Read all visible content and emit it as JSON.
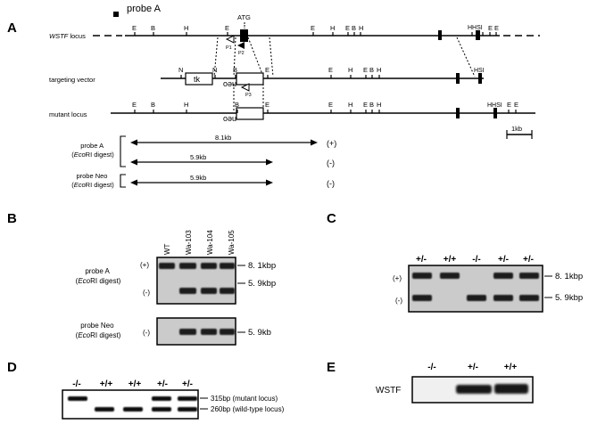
{
  "panelA": {
    "label": "A",
    "probe_a_label": "probe A",
    "atg_label": "ATG",
    "wstf_locus_label": "WSTF",
    "wstf_locus_suffix": " locus",
    "targeting_vector_label": "targeting vector",
    "mutant_locus_label": "mutant locus",
    "tk_label": "tk",
    "neo_label": "neo",
    "primer_p1": "P1",
    "primer_p2": "P2",
    "primer_p3": "P3",
    "scale_label": "1kb",
    "site_E": "E",
    "site_B": "B",
    "site_H": "H",
    "site_N": "N",
    "site_S": "S",
    "site_I": "I",
    "wt_cluster": "HHSI",
    "vector_cluster": "HSI",
    "mutant_cluster": "HHSI",
    "probeA_name": "probe A",
    "probeA_digest_open": "(",
    "probeA_digest_enzyme": "Eco",
    "probeA_digest_close": "RI digest)",
    "probeNeo_name": "probe Neo",
    "probeNeo_digest_open": "(",
    "probeNeo_digest_enzyme": "Eco",
    "probeNeo_digest_close": "RI digest)",
    "band_plus_size": "8.1kb",
    "band_plus_sign": "(+)",
    "band_minus_size": "5.9kb",
    "band_minus_sign": "(-)",
    "band_neo_size": "5.9kb",
    "band_neo_sign": "(-)"
  },
  "panelB": {
    "label": "B",
    "lanes": [
      "WT",
      "Wa-103",
      "Wa-104",
      "Wa-105"
    ],
    "probeA_name": "probe A",
    "probeA_digest_open": "(",
    "probeA_digest_enzyme": "Eco",
    "probeA_digest_close": "RI digest)",
    "probeNeo_name": "probe Neo",
    "probeNeo_digest_open": "(",
    "probeNeo_digest_enzyme": "Eco",
    "probeNeo_digest_close": "RI digest)",
    "plus_sign": "(+)",
    "minus_sign": "(-)",
    "neo_sign": "(-)",
    "size_plus": "8. 1kbp",
    "size_minus": "5. 9kbp",
    "size_neo": "5. 9kb"
  },
  "panelC": {
    "label": "C",
    "lanes": [
      "+/-",
      "+/+",
      "-/-",
      "+/-",
      "+/-"
    ],
    "plus_sign": "(+)",
    "minus_sign": "(-)",
    "size_plus": "8. 1kbp",
    "size_minus": "5. 9kbp"
  },
  "panelD": {
    "label": "D",
    "lanes": [
      "-/-",
      "+/+",
      "+/+",
      "+/-",
      "+/-"
    ],
    "band_mutant": "315bp (mutant locus)",
    "band_wildtype": "260bp (wild-type locus)"
  },
  "panelE": {
    "label": "E",
    "lanes": [
      "-/-",
      "+/-",
      "+/+"
    ],
    "row_label": "WSTF"
  }
}
